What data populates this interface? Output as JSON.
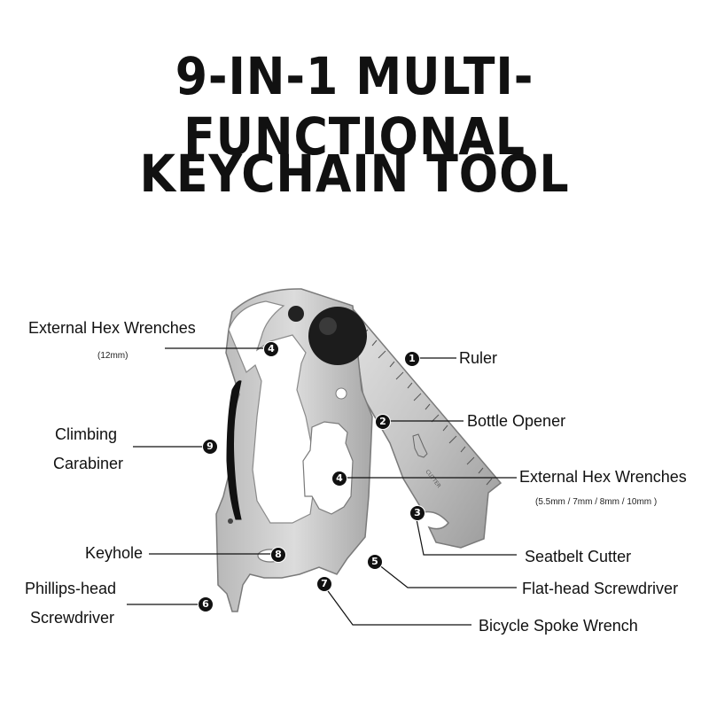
{
  "title": {
    "line1": "9-IN-1 MULTI-FUNCTIONAL",
    "line2": "KEYCHAIN TOOL"
  },
  "engraving": "CUTTER",
  "features": [
    {
      "number": "1",
      "label": "Ruler"
    },
    {
      "number": "2",
      "label": "Bottle Opener"
    },
    {
      "number": "3",
      "label": "Seatbelt Cutter"
    },
    {
      "number": "4",
      "label": "External Hex Wrenches",
      "note": "(12mm)"
    },
    {
      "number": "4",
      "label": "External Hex Wrenches",
      "note": "(5.5mm / 7mm / 8mm / 10mm )"
    },
    {
      "number": "5",
      "label": "Flat-head Screwdriver"
    },
    {
      "number": "6",
      "label_line1": "Phillips-head",
      "label_line2": "Screwdriver"
    },
    {
      "number": "7",
      "label": "Bicycle Spoke Wrench"
    },
    {
      "number": "8",
      "label": "Keyhole"
    },
    {
      "number": "9",
      "label_line1": "Climbing",
      "label_line2": "Carabiner"
    }
  ],
  "colors": {
    "steel": "#c9c9c9",
    "steel_dark": "#8e8e8e",
    "text": "#111111",
    "badge": "#111111"
  }
}
